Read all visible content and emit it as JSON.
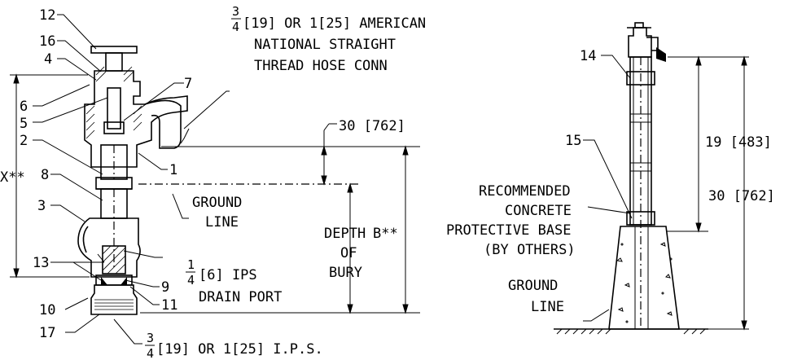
{
  "callouts": {
    "c12": "12",
    "c16": "16",
    "c4": "4",
    "c6": "6",
    "c5": "5",
    "c7": "7",
    "c2": "2",
    "c8": "8",
    "c1": "1",
    "c3": "3",
    "c13": "13",
    "c10": "10",
    "c9": "9",
    "c11": "11",
    "c17": "17",
    "c14": "14",
    "c15": "15"
  },
  "hose": {
    "frac_num": "3",
    "frac_den": "4",
    "line1_rest": "[19] OR 1[25] AMERICAN",
    "line2": "NATIONAL STRAIGHT",
    "line3": "THREAD HOSE CONN"
  },
  "dims": {
    "d30_left": "30 [762]",
    "x_label": "X**",
    "b_label": "B**",
    "depth1": "DEPTH",
    "depth2": "OF",
    "depth3": "BURY",
    "d19": "19 [483]",
    "d30_right": "30 [762]"
  },
  "ground_left": {
    "l1": "GROUND",
    "l2": "LINE"
  },
  "drain": {
    "frac_num": "1",
    "frac_den": "4",
    "l1_rest": "[6] IPS",
    "l2": "DRAIN PORT"
  },
  "ips": {
    "frac_num": "3",
    "frac_den": "4",
    "rest": "[19] OR 1[25] I.P.S."
  },
  "concrete": {
    "l1": "RECOMMENDED",
    "l2": "CONCRETE",
    "l3": "PROTECTIVE BASE",
    "l4": "(BY OTHERS)"
  },
  "ground_right": {
    "l1": "GROUND",
    "l2": "LINE"
  }
}
